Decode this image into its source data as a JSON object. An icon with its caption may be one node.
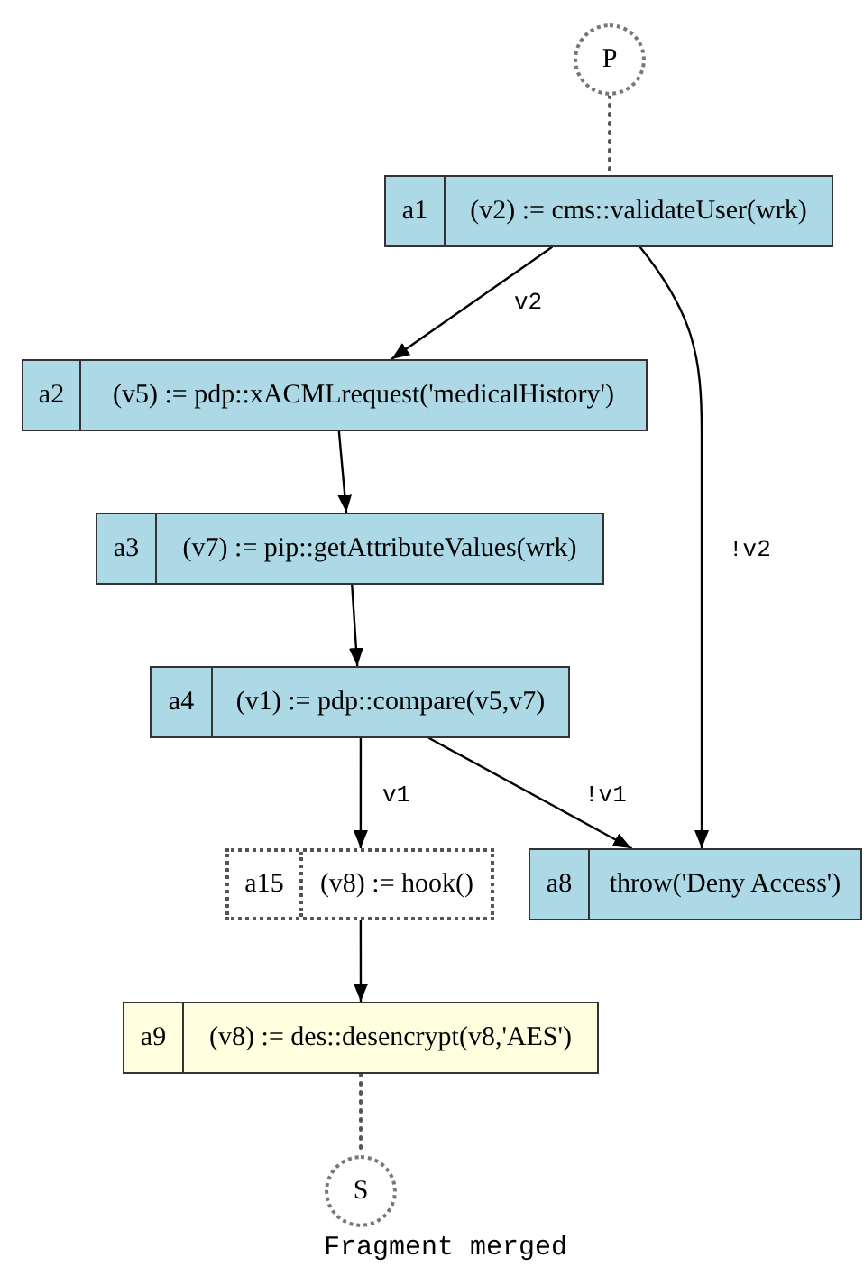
{
  "diagram": {
    "nodes": [
      {
        "text": [
          "P"
        ]
      },
      {
        "text": [
          "a1",
          "(v2) := cms::validateUser(wrk)"
        ]
      },
      {
        "text": [
          "a2",
          "(v5) := pdp::xACMLrequest('medicalHistory')"
        ]
      },
      {
        "text": [
          "a3",
          "(v7) := pip::getAttributeValues(wrk)"
        ]
      },
      {
        "text": [
          "a4",
          "(v1) := pdp::compare(v5,v7)"
        ]
      },
      {
        "text": [
          "a15",
          "(v8) := hook()"
        ]
      },
      {
        "text": [
          "a8",
          "throw('Deny Access')"
        ]
      },
      {
        "text": [
          "a9",
          "(v8) := des::desencrypt(v8,'AES')"
        ]
      },
      {
        "text": [
          "S"
        ],
        "beside": [
          "Fragment merged"
        ]
      }
    ],
    "edges": [
      {
        "from": 0,
        "to": 1,
        "arrow": "none",
        "style": "dashed"
      },
      {
        "from": 1,
        "to": 2,
        "arrow": "to",
        "label": "v2"
      },
      {
        "from": 1,
        "to": 6,
        "arrow": "to",
        "label": "!v2"
      },
      {
        "from": 2,
        "to": 3,
        "arrow": "to"
      },
      {
        "from": 3,
        "to": 4,
        "arrow": "to"
      },
      {
        "from": 4,
        "to": 5,
        "arrow": "to",
        "label": "v1"
      },
      {
        "from": 4,
        "to": 6,
        "arrow": "to",
        "label": "!v1"
      },
      {
        "from": 5,
        "to": 7,
        "arrow": "to"
      },
      {
        "from": 7,
        "to": 8,
        "arrow": "none",
        "style": "dashed"
      }
    ]
  }
}
